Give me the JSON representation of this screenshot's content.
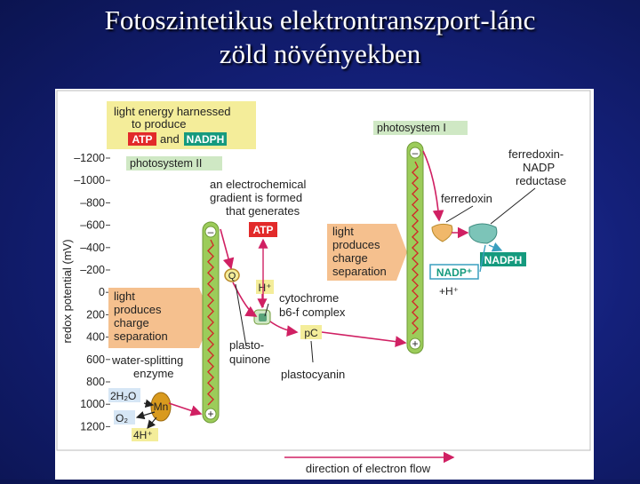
{
  "slide": {
    "title_line1": "Fotoszintetikus elektrontranszport-lánc",
    "title_line2": "zöld növényekben"
  },
  "diagram": {
    "y_axis_label": "redox potential (mV)",
    "y_ticks": [
      "–1200",
      "–1000",
      "–800",
      "–600",
      "–400",
      "–200",
      "0",
      "200",
      "400",
      "600",
      "800",
      "1000",
      "1200"
    ],
    "header_box": {
      "line1": "light energy harnessed",
      "line2": "to produce",
      "atp": "ATP",
      "and": "and",
      "nadph": "NADPH"
    },
    "psii_label": "photosystem II",
    "psi_label": "photosystem I",
    "gradient_text": [
      "an electrochemical",
      "gradient is formed",
      "that generates"
    ],
    "atp_badge": "ATP",
    "q_label": "Q",
    "h_plus": "H⁺",
    "cytochrome_line1": "cytochrome",
    "cytochrome_line2": "b6-f complex",
    "plastoquinone": [
      "plasto-",
      "quinone"
    ],
    "pc_label": "pC",
    "plastocyanin": "plastocyanin",
    "light_left": [
      "light",
      "produces",
      "charge",
      "separation"
    ],
    "light_right": [
      "light",
      "produces",
      "charge",
      "separation"
    ],
    "water_enzyme": [
      "water-splitting",
      "enzyme"
    ],
    "mn_label": "Mn",
    "h2o_label": "2H₂O",
    "o2_label": "O₂",
    "four_h": "4H⁺",
    "ferredoxin": "ferredoxin",
    "fnr": [
      "ferredoxin-",
      "NADP",
      "reductase"
    ],
    "nadp_plus": "NADP⁺",
    "plus_h": "+H⁺",
    "nadph_badge": "NADPH",
    "minus_sign": "–",
    "plus_sign": "+",
    "direction": "direction of electron flow"
  },
  "colors": {
    "membrane_green": "#9ccc5a",
    "wave_red": "#d12a2a",
    "atp_red": "#e22a2a",
    "nadph_teal": "#159a7e",
    "highlight_yellow": "#f4ed9a",
    "light_arrow_orange": "#f5c08e",
    "label_green_bg": "#cfe8c4",
    "arrow_magenta": "#d02063"
  }
}
